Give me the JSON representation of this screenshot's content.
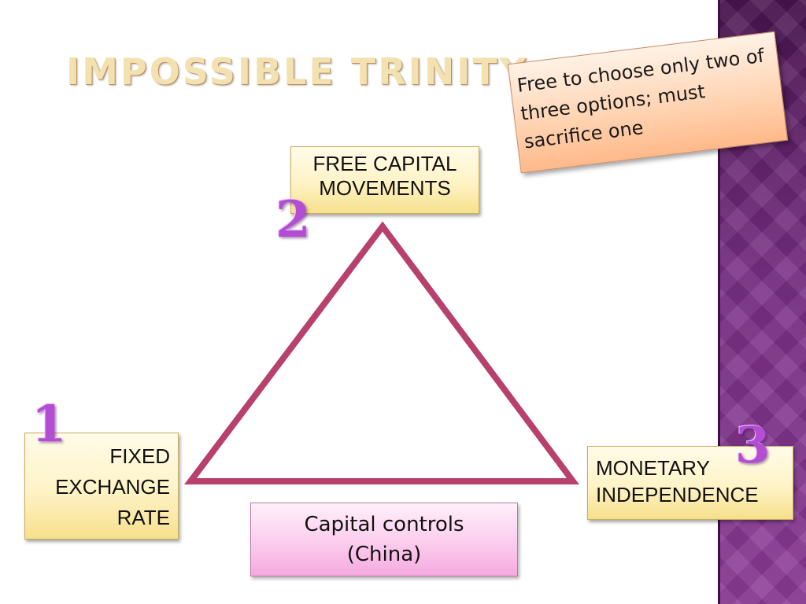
{
  "title": "IMPOSSIBLE TRINITY",
  "note": {
    "text": "Free to choose only two of three options; must sacrifice one"
  },
  "nodes": {
    "capital": {
      "number": "2",
      "lines": [
        "FREE CAPITAL",
        "MOVEMENTS"
      ]
    },
    "fixed": {
      "number": "1",
      "lines": [
        "FIXED",
        "EXCHANGE",
        "RATE"
      ]
    },
    "monetary": {
      "number": "3",
      "lines": [
        "MONETARY",
        "INDEPENDENCE"
      ]
    }
  },
  "bottom_box": {
    "lines": [
      "Capital controls",
      "(China)"
    ]
  },
  "colors": {
    "triangle": "#b8406d",
    "number": "#b34ed4",
    "title": "#f3e1b0",
    "note_fill": "#ffd2b0",
    "node_fill": "#fff3c6",
    "bottom_fill": "#fbc9ec",
    "side_band": "#7a2f86"
  }
}
